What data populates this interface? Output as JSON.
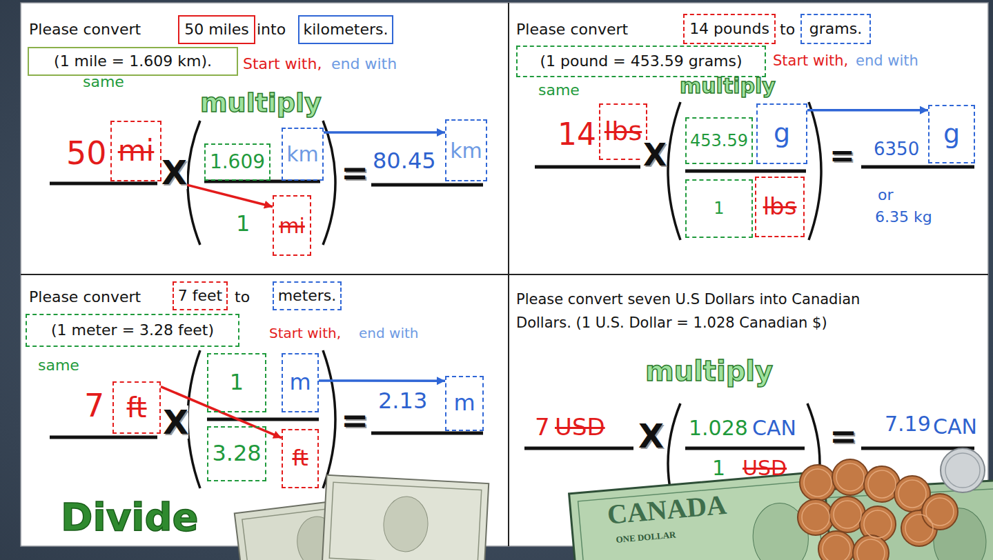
{
  "diagram": {
    "nodes": [
      {
        "text": [
          "50 miles"
        ]
      },
      {
        "text": [
          "kilometers."
        ]
      },
      {
        "text": [
          "(1 mile = 1.609 km)."
        ]
      },
      {
        "text": [
          "mi"
        ]
      },
      {
        "text": [
          "1.609"
        ]
      },
      {
        "text": [
          "km"
        ]
      },
      {
        "text": [
          "mi"
        ]
      },
      {
        "text": [
          "km"
        ]
      },
      {
        "text": [
          "14 pounds"
        ]
      },
      {
        "text": [
          "grams."
        ]
      },
      {
        "text": [
          "(1 pound = 453.59 grams)"
        ]
      },
      {
        "text": [
          "lbs"
        ]
      },
      {
        "text": [
          "453.59"
        ]
      },
      {
        "text": [
          "g"
        ]
      },
      {
        "text": [
          "1"
        ]
      },
      {
        "text": [
          "lbs"
        ]
      },
      {
        "text": [
          "g"
        ]
      },
      {
        "text": [
          "7 feet"
        ]
      },
      {
        "text": [
          "meters."
        ]
      },
      {
        "text": [
          "(1 meter = 3.28 feet)"
        ]
      },
      {
        "text": [
          "ft"
        ]
      },
      {
        "text": [
          "1"
        ]
      },
      {
        "text": [
          "m"
        ]
      },
      {
        "text": [
          "3.28"
        ]
      },
      {
        "text": [
          "ft"
        ]
      },
      {
        "text": [
          "m"
        ]
      }
    ],
    "edges": [
      {
        "from": 3,
        "to": 6,
        "arrow": "to"
      },
      {
        "from": 5,
        "to": 7,
        "arrow": "to"
      },
      {
        "from": 13,
        "to": 16,
        "arrow": "to"
      },
      {
        "from": 20,
        "to": 24,
        "arrow": "to"
      },
      {
        "from": 22,
        "to": 25,
        "arrow": "to"
      }
    ],
    "labels": [
      "Please convert",
      "into",
      "Start with,",
      "end with",
      "same",
      "multiply",
      "50",
      "X",
      "1",
      "=",
      "80.45",
      "Please convert",
      "to",
      "Start with,",
      "end with",
      "same",
      "multiply",
      "14",
      "X",
      "=",
      "6350",
      "or",
      "6.35 kg",
      "Please convert",
      "to",
      "Start with,",
      "end with",
      "same",
      "7",
      "X",
      "=",
      "2.13",
      "Divide",
      "Please convert seven U.S Dollars into Canadian Dollars. (1 U.S. Dollar = 1.028 Canadian $)",
      "multiply",
      "7",
      "USD",
      "X",
      "1.028",
      "CAN",
      "1",
      "USD",
      "=",
      "7.19",
      "CAN",
      "CANADA",
      "ONE DOLLAR"
    ]
  }
}
